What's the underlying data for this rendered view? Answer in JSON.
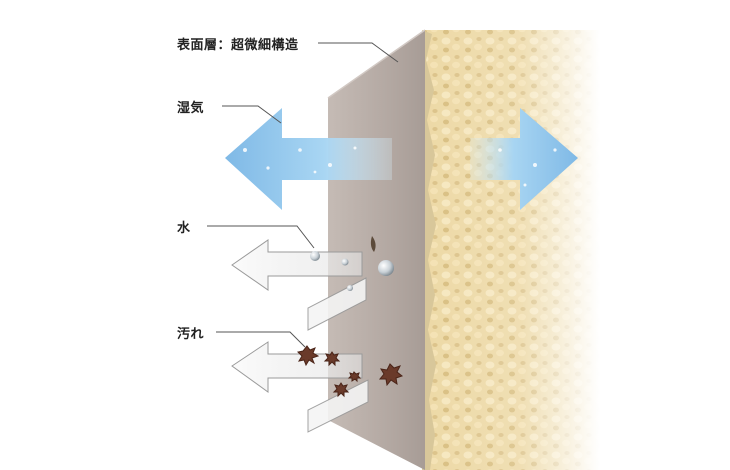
{
  "labels": {
    "surface": "表面層：超微細構造",
    "moisture": "湿気",
    "water": "水",
    "dirt": "汚れ"
  },
  "colors": {
    "background": "#ffffff",
    "panel": "#b7aca6",
    "foam": "#ead49e",
    "moisture_arrow": "#8fc7ee",
    "repel_arrow": "#f2f2f2",
    "dirt": "#6a3a2a"
  }
}
